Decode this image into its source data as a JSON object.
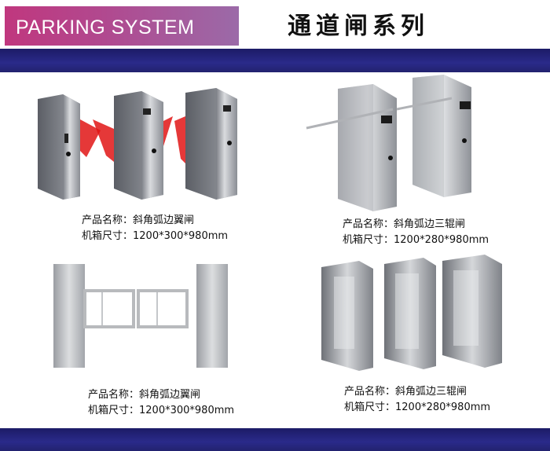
{
  "header": {
    "badge_text": "PARKING SYSTEM",
    "title": "通道闸系列"
  },
  "colors": {
    "badge_start": "#c0377e",
    "badge_end": "#9b6aa8",
    "bar": "#22226e"
  },
  "products": [
    {
      "name_line": "产品名称：斜角弧边翼闸",
      "size_line": "机箱尺寸：1200*300*980mm"
    },
    {
      "name_line": "产品名称：斜角弧边三辊闸",
      "size_line": "机箱尺寸：1200*280*980mm"
    },
    {
      "name_line": "产品名称：斜角弧边翼闸",
      "size_line": "机箱尺寸：1200*300*980mm"
    },
    {
      "name_line": "产品名称：斜角弧边三辊闸",
      "size_line": "机箱尺寸：1200*280*980mm"
    }
  ]
}
